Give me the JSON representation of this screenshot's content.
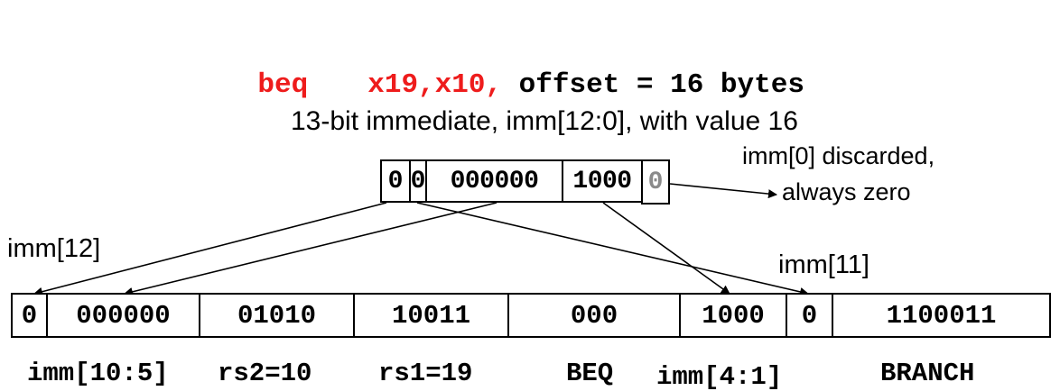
{
  "instruction": {
    "mnemonic": "beq",
    "operands": "x19,x10,",
    "rest": " offset = 16 bytes"
  },
  "immediate": {
    "caption": "13-bit immediate, imm[12:0], with value 16",
    "bits": {
      "imm12": "0",
      "imm11": "0",
      "imm10_5": "000000",
      "imm4_1": "1000",
      "imm0": "0"
    },
    "note_line1": "imm[0] discarded,",
    "note_line2": "always zero"
  },
  "labels": {
    "imm12": "imm[12]",
    "imm11": "imm[11]"
  },
  "encoding": {
    "fields": [
      {
        "value": "0"
      },
      {
        "value": "000000"
      },
      {
        "value": "01010"
      },
      {
        "value": "10011"
      },
      {
        "value": "000"
      },
      {
        "value": "1000"
      },
      {
        "value": "0"
      },
      {
        "value": "1100011"
      }
    ],
    "field_labels": {
      "imm10_5": "imm[10:5]",
      "rs2": "rs2=10",
      "rs1": "rs1=19",
      "funct3": "BEQ",
      "imm4_1": "imm[4:1]",
      "opcode": "BRANCH"
    }
  },
  "colors": {
    "highlight": "#ee1c1c",
    "text": "#000000",
    "discarded_bit": "#8a8a8a"
  }
}
